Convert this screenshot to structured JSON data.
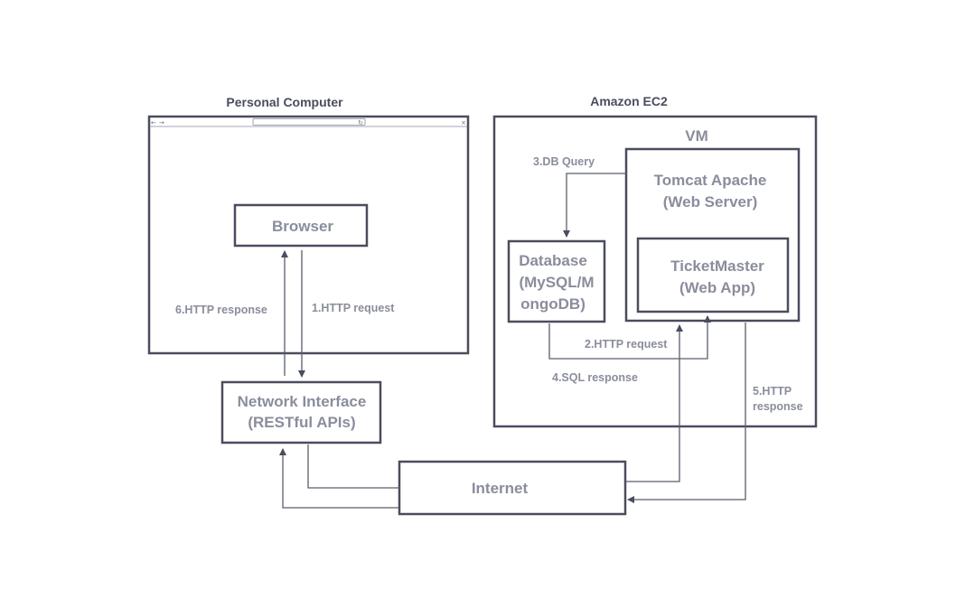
{
  "groups": {
    "personal_computer": "Personal Computer",
    "amazon_ec2": "Amazon EC2",
    "vm": "VM"
  },
  "nodes": {
    "browser": "Browser",
    "network_interface": [
      "Network Interface",
      "(RESTful APIs)"
    ],
    "database": [
      "Database",
      "(MySQL/M",
      "ongoDB)"
    ],
    "tomcat": [
      "Tomcat Apache",
      "(Web Server)"
    ],
    "ticketmaster": [
      "TicketMaster",
      "(Web App)"
    ],
    "internet": "Internet"
  },
  "edges": {
    "http_request_1": "1.HTTP request",
    "http_request_2": "2.HTTP request",
    "db_query_3": "3.DB Query",
    "sql_response_4": "4.SQL response",
    "http_response_5": [
      "5.HTTP",
      "response"
    ],
    "http_response_6": "6.HTTP response"
  },
  "browser_chrome": {
    "back_glyph": "←",
    "forward_glyph": "→",
    "close_glyph": "×",
    "reload_glyph": "↻"
  },
  "colors": {
    "border": "#4a4d5e",
    "label": "#8a8d9c",
    "background": "#ffffff"
  }
}
